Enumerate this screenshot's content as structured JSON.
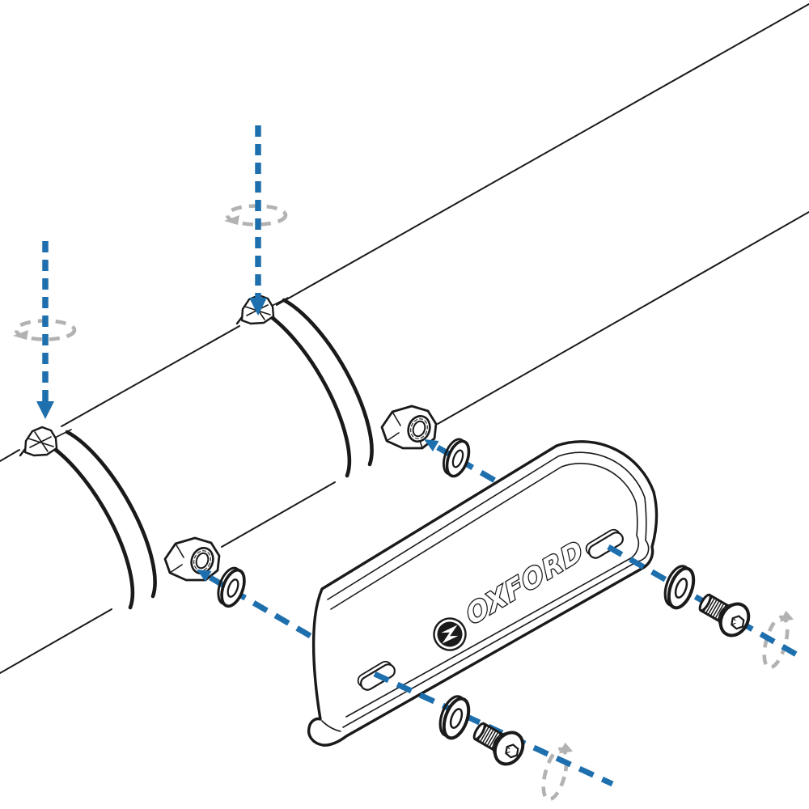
{
  "diagram": {
    "kind": "exploded-assembly-instruction",
    "brand_text": "OXFORD"
  },
  "colors": {
    "line": "#1a1a1a",
    "accent_blue": "#1e6fad",
    "rotation_gray": "#b2b2b2",
    "surface": "#ffffff"
  },
  "parts": {
    "tube": "round tube (handlebar / frame)",
    "clamp_upper": "band clamp with adjuster screw and threaded nut boss",
    "clamp_lower": "band clamp with adjuster screw and threaded nut boss",
    "bracket": "curved mounting plate with two slotted holes",
    "washer_count": 4,
    "bolt_count": 2
  },
  "icons": [
    {
      "name": "down-arrow-dashed-icon",
      "meaning": "press clamp screw downward"
    },
    {
      "name": "rotate-ccw-ellipse-icon",
      "meaning": "turn clamp screw"
    },
    {
      "name": "assembly-axis-dashed-icon",
      "meaning": "bolt insertion line"
    },
    {
      "name": "rotate-bolt-ellipse-icon",
      "meaning": "tighten bolt"
    }
  ]
}
